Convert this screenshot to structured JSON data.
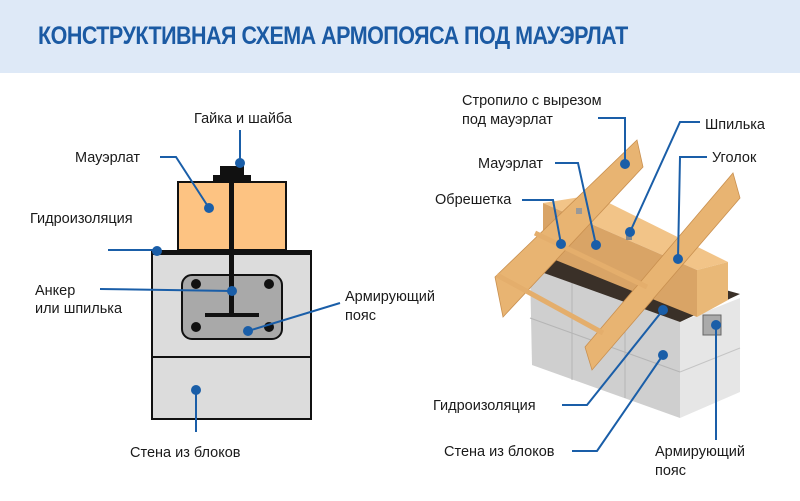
{
  "title": "КОНСТРУКТИВНАЯ СХЕМА АРМОПОЯСА ПОД МАУЭРЛАТ",
  "colors": {
    "accent": "#1a5ea8",
    "header_bg": "#dee9f7",
    "wood": "#fdc382",
    "concrete": "#dcdcdc",
    "belt": "#a9a9a9"
  },
  "left_diagram": {
    "nut_washer": "Гайка и шайба",
    "mauerlat": "Мауэрлат",
    "waterproofing": "Гидроизоляция",
    "anchor_line1": "Анкер",
    "anchor_line2": "или шпилька",
    "belt_line1": "Армирующий",
    "belt_line2": "пояс",
    "wall": "Стена из блоков"
  },
  "right_diagram": {
    "rafter_line1": "Стропило с вырезом",
    "rafter_line2": "под мауэрлат",
    "stud": "Шпилька",
    "mauerlat": "Мауэрлат",
    "angle": "Уголок",
    "lathing": "Обрешетка",
    "waterproofing": "Гидроизоляция",
    "wall": "Стена из блоков",
    "belt_line1": "Армирующий",
    "belt_line2": "пояс"
  }
}
